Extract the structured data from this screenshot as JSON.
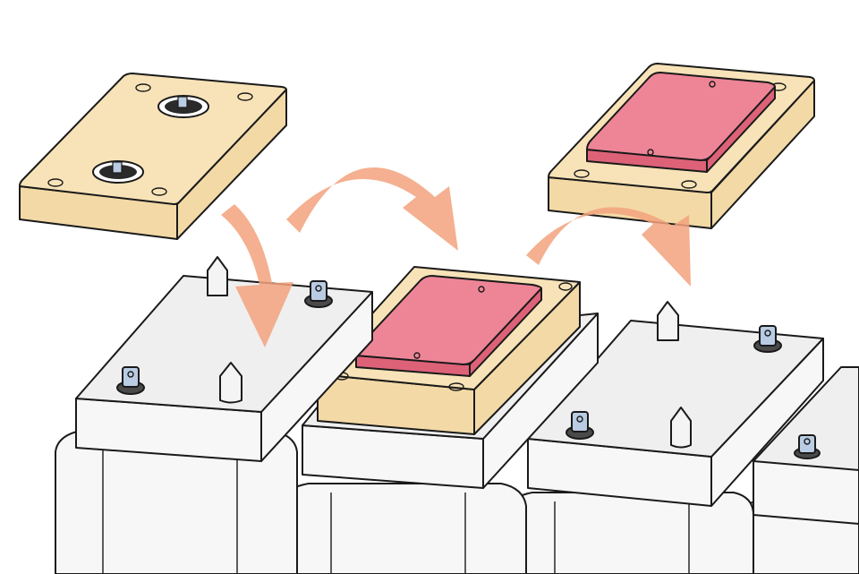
{
  "diagram": {
    "colors": {
      "background": "#ffffff",
      "outline": "#1a1a1a",
      "machine_top": "#efefef",
      "machine_side": "#f7f7f7",
      "plate_top": "#f8e3b8",
      "plate_side": "#f3d9a6",
      "pad_top": "#ee8597",
      "pad_side": "#dd6278",
      "arrow": "#f2a27c",
      "bolt_blue": "#b9cce3",
      "bolt_dark": "#4a4a4a"
    },
    "components": [
      {
        "id": "plate-1",
        "kind": "mounting-plate",
        "has_pad": false,
        "state": "lifted"
      },
      {
        "id": "plate-2",
        "kind": "mounting-plate",
        "has_pad": true,
        "state": "installed"
      },
      {
        "id": "plate-3",
        "kind": "mounting-plate",
        "has_pad": true,
        "state": "lifted"
      },
      {
        "id": "station-1",
        "kind": "machine-station",
        "holds_plate": false
      },
      {
        "id": "station-2",
        "kind": "machine-station",
        "holds_plate": true
      },
      {
        "id": "station-3",
        "kind": "machine-station",
        "holds_plate": false
      },
      {
        "id": "station-4",
        "kind": "machine-station",
        "holds_plate": false
      }
    ],
    "arrows": [
      {
        "id": "arrow-1",
        "from": "plate-1",
        "to": "station-1",
        "direction": "down"
      },
      {
        "id": "arrow-2",
        "from": "station-1",
        "to": "station-2",
        "direction": "right"
      },
      {
        "id": "arrow-3",
        "from": "plate-3",
        "to": "station-3",
        "direction": "right-down"
      }
    ]
  }
}
